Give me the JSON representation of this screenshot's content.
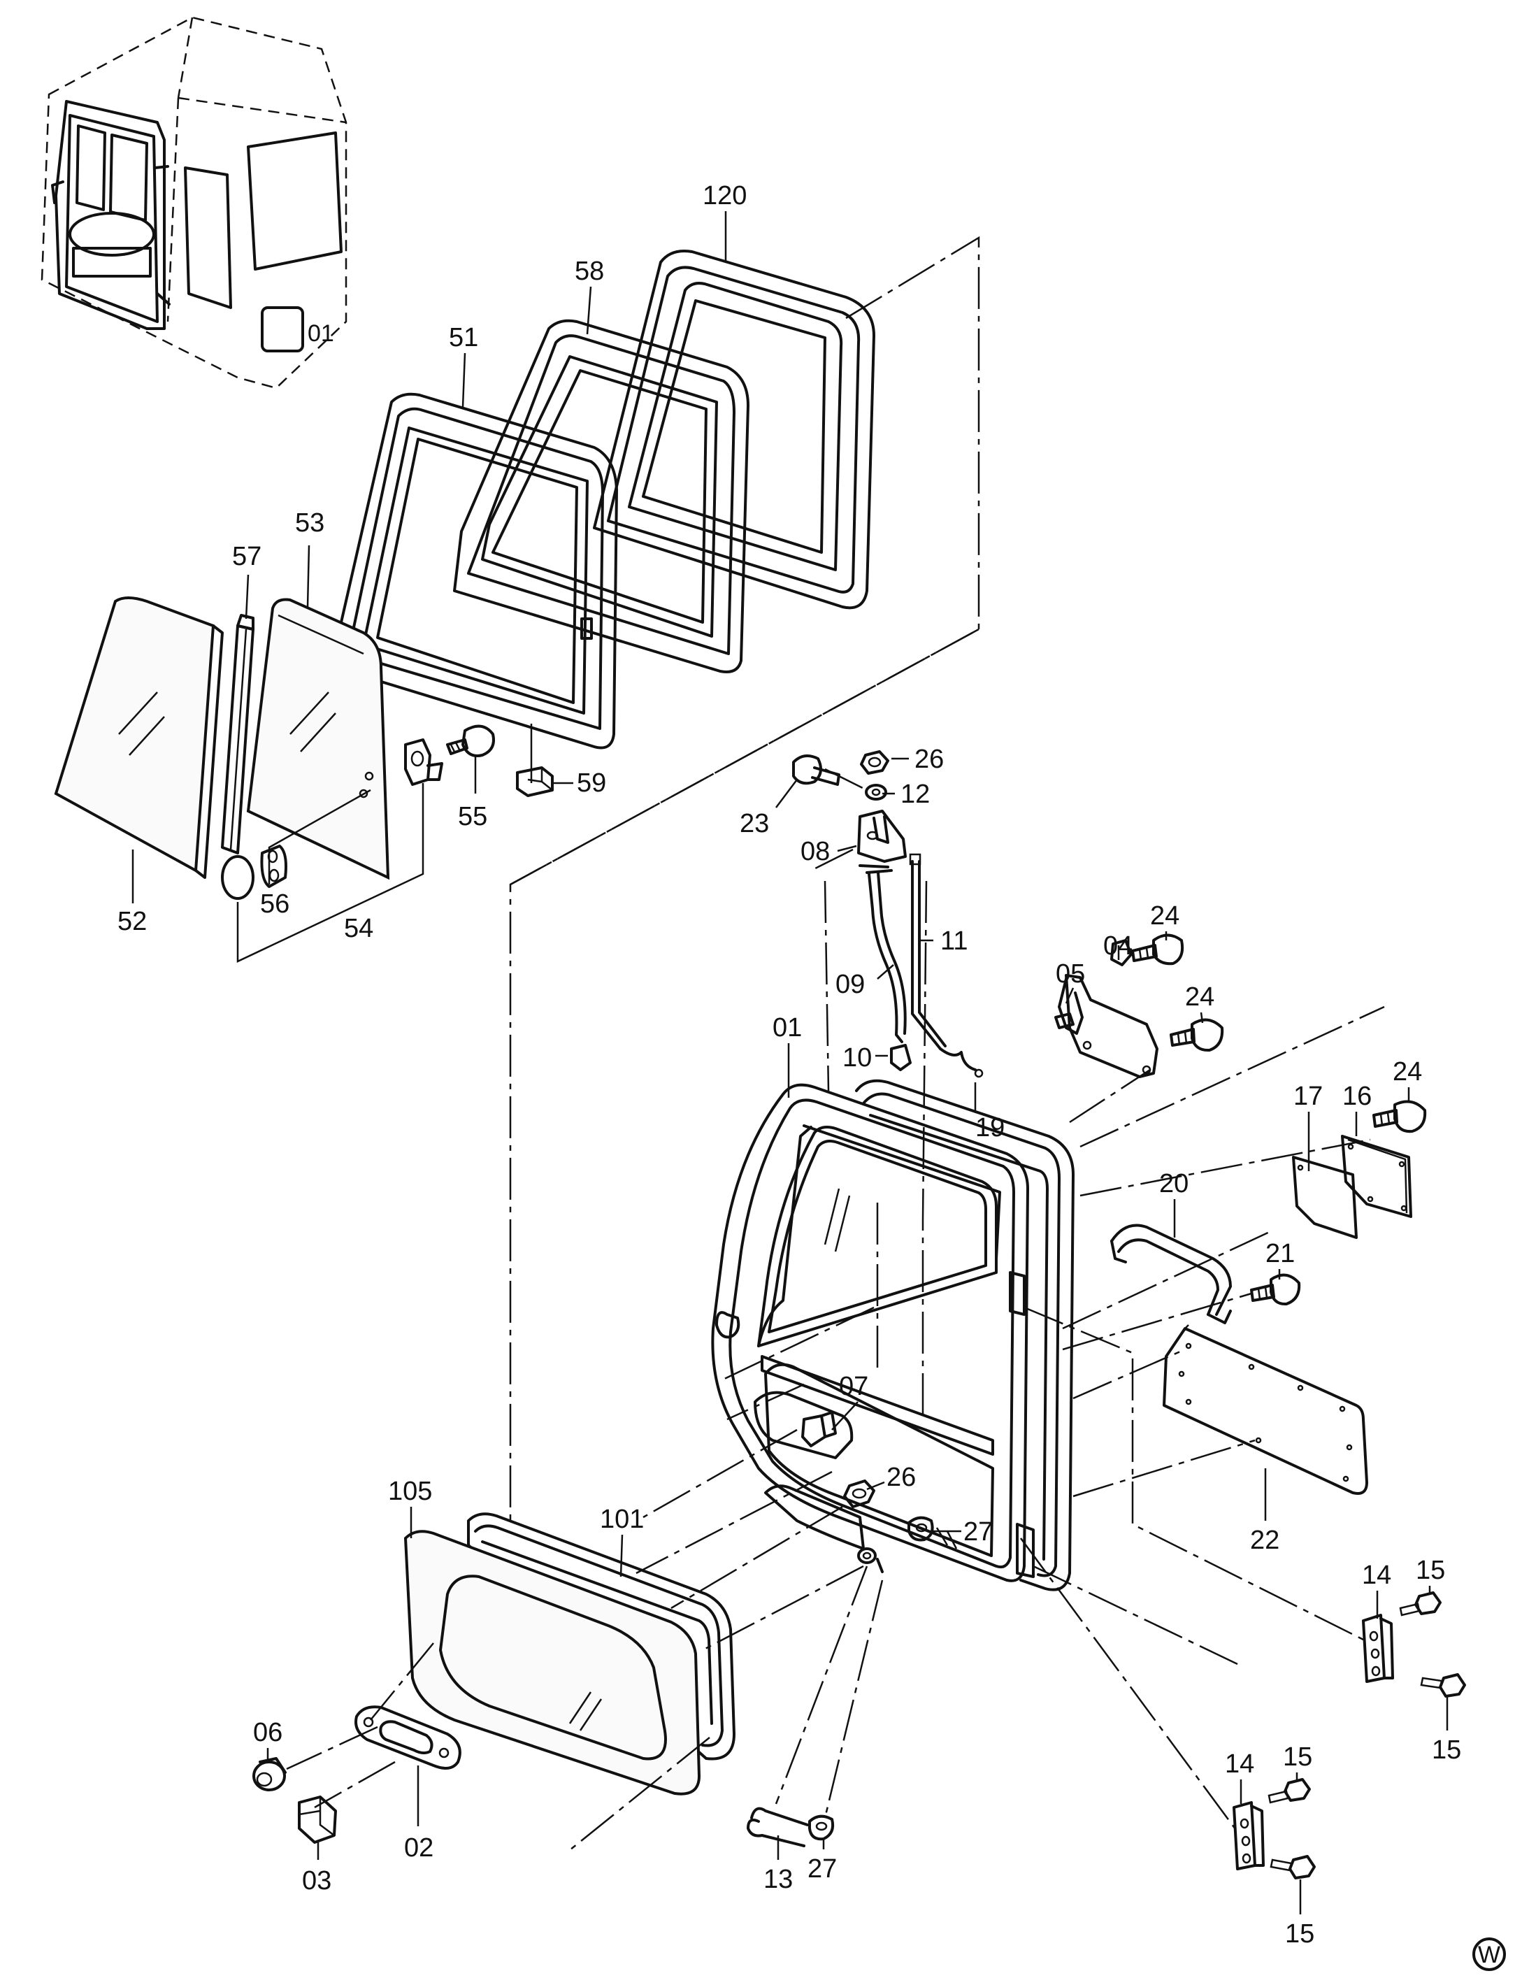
{
  "labels": {
    "p120": "120",
    "p58": "58",
    "p51": "51",
    "p53": "53",
    "p57": "57",
    "p52": "52",
    "p56": "56",
    "p54": "54",
    "p55": "55",
    "p59": "59",
    "p26a": "26",
    "p12": "12",
    "p23": "23",
    "p08": "08",
    "p11": "11",
    "p09": "09",
    "p10": "10",
    "p01": "01",
    "p19": "19",
    "p05": "05",
    "p04": "04",
    "p24a": "24",
    "p24b": "24",
    "p24c": "24",
    "p17": "17",
    "p16": "16",
    "p20": "20",
    "p21": "21",
    "p07": "07",
    "p26b": "26",
    "p27a": "27",
    "p22": "22",
    "p105": "105",
    "p101": "101",
    "p14a": "14",
    "p15a": "15",
    "p15b": "15",
    "p14b": "14",
    "p15c": "15",
    "p15d": "15",
    "p06": "06",
    "p02": "02",
    "p03": "03",
    "p13": "13",
    "p27b": "27"
  },
  "cab_panel_mark": "01",
  "corner_mark": "W"
}
